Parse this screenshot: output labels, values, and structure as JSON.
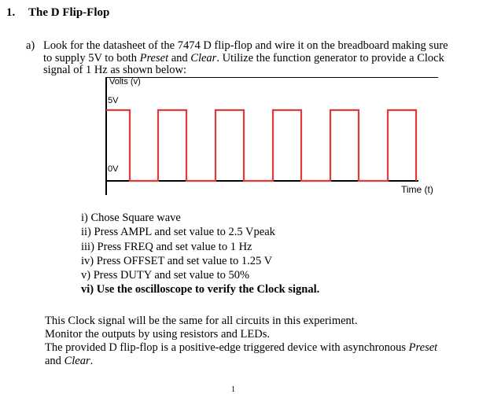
{
  "heading": {
    "number": "1.",
    "title": "The D Flip-Flop"
  },
  "part_a": {
    "label": "a)",
    "line1": "Look for the datasheet of the 7474 D flip-flop and wire it on the breadboard making sure",
    "line2_pre": "to supply 5V to both ",
    "line2_preset": "Preset",
    "line2_mid": " and ",
    "line2_clear": "Clear",
    "line2_post": ". Utilize the function generator to provide a Clock",
    "line3": "signal of 1 Hz as shown below:"
  },
  "waveform": {
    "y_axis_label": "Volts (v)",
    "x_axis_label": "Time (t)",
    "high_label": "5V",
    "low_label": "0V",
    "high_volts": 5,
    "low_volts": 0,
    "pulse_count": 5,
    "line_color": "#e03a3a"
  },
  "steps": [
    {
      "label": "i)",
      "text": "Chose Square wave"
    },
    {
      "label": "ii)",
      "text": "Press AMPL and set value to  2.5 Vpeak"
    },
    {
      "label": "iii)",
      "text": "Press FREQ and set value to 1 Hz"
    },
    {
      "label": "iv)",
      "text": "Press OFFSET and set value to 1.25 V"
    },
    {
      "label": "v)",
      "text": "Press DUTY and set value to 50%"
    },
    {
      "label": "vi)",
      "text": "Use the oscilloscope to verify the Clock signal."
    }
  ],
  "closing": {
    "line1": "This Clock signal will be the same for all circuits in this experiment.",
    "line2": "Monitor the outputs by using resistors and LEDs.",
    "line3_pre": "The provided D flip-flop is a positive-edge triggered device with asynchronous ",
    "line3_preset": "Preset",
    "line4_pre": "and ",
    "line4_clear": "Clear",
    "line4_post": "."
  },
  "page_number": "1"
}
